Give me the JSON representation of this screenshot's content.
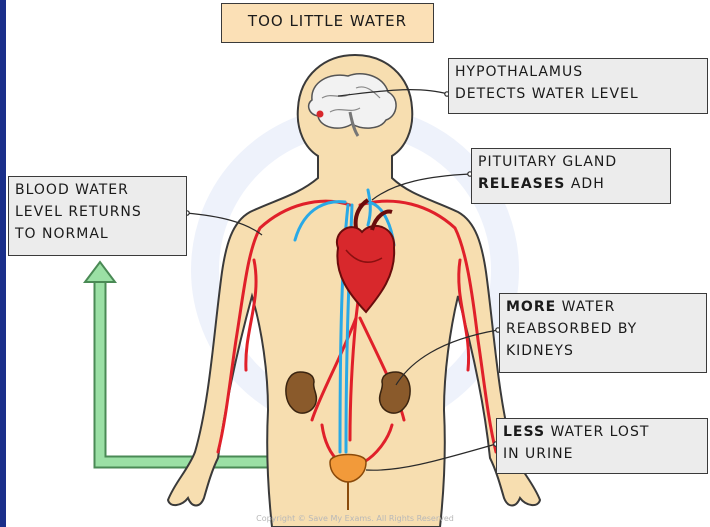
{
  "title": "TOO LITTLE WATER",
  "labels": {
    "hypothalamus": [
      "HYPOTHALAMUS",
      "DETECTS WATER LEVEL"
    ],
    "pituitary": {
      "line1": "PITUITARY GLAND",
      "line2_bold": "RELEASES",
      "line2_rest": " ADH"
    },
    "blood": [
      "BLOOD WATER",
      "LEVEL RETURNS",
      "TO NORMAL"
    ],
    "kidneys": {
      "line1_bold": "MORE",
      "line1_rest": " WATER",
      "line2": "REABSORBED BY",
      "line3": "KIDNEYS"
    },
    "urine": {
      "line1_bold": "LESS",
      "line1_rest": " WATER LOST",
      "line2": "IN URINE"
    }
  },
  "copyright": "Copyright © Save My Exams. All Rights Reserved",
  "colors": {
    "frame": "#1a2f8a",
    "skin": "#f7deb0",
    "skin_outline": "#3a3a3a",
    "artery": "#e0202a",
    "vein": "#29a9e6",
    "heart": "#d8282c",
    "kidney": "#8a5a2b",
    "bladder": "#f29a3a",
    "arrow": "#9be0a5",
    "title_bg": "#fbe0b6",
    "label_bg": "#ececec"
  }
}
